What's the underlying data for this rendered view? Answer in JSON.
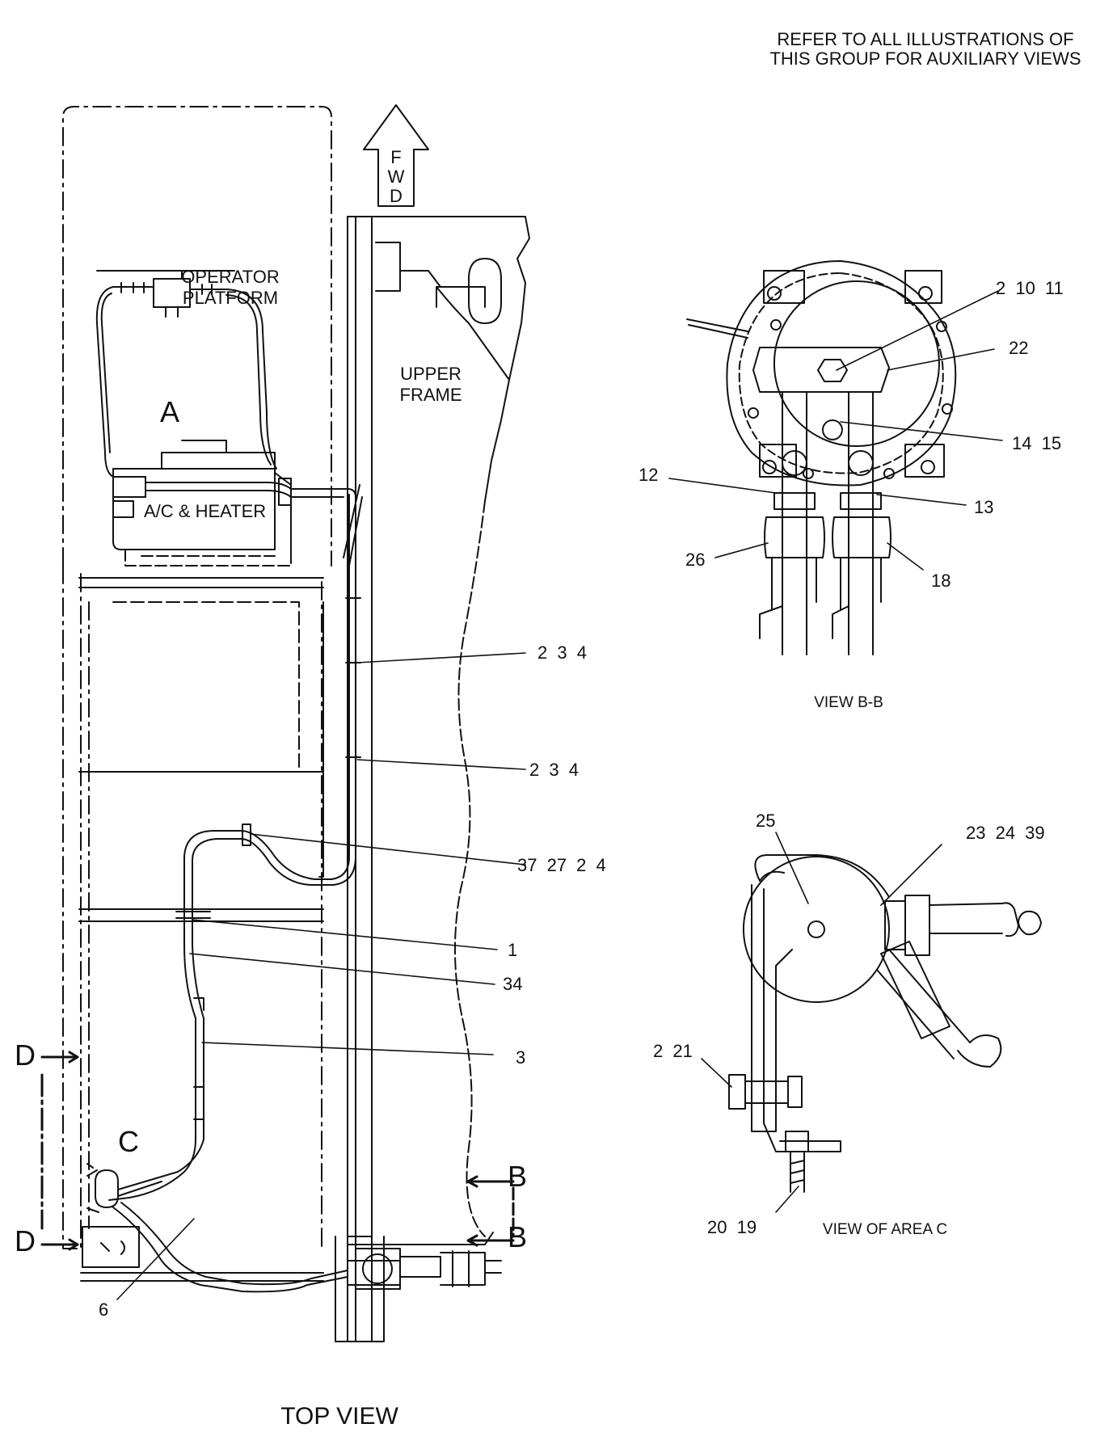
{
  "header_note": {
    "line1": "REFER TO ALL ILLUSTRATIONS OF",
    "line2": "THIS GROUP FOR AUXILIARY VIEWS"
  },
  "fwd_arrow": {
    "f": "F",
    "w": "W",
    "d": "D"
  },
  "top_view": {
    "title": "TOP VIEW",
    "operator_platform": {
      "line1": "OPERATOR",
      "line2": "PLATFORM"
    },
    "upper_frame": {
      "line1": "UPPER",
      "line2": "FRAME"
    },
    "ac_heater": "A/C & HEATER",
    "area_a": "A",
    "area_c": "C",
    "section_b_top": "B",
    "section_b_bottom": "B",
    "section_d_top": "D",
    "section_d_bottom": "D",
    "callouts": {
      "c_234_a": "2 3 4",
      "c_234_b": "2 3 4",
      "c_372724": "37 27 2 4",
      "c_1": "1",
      "c_34": "34",
      "c_3": "3",
      "c_6": "6"
    }
  },
  "view_bb": {
    "title": "VIEW B-B",
    "callouts": {
      "c_21011": "2 10 11",
      "c_22": "22",
      "c_1415": "14 15",
      "c_12": "12",
      "c_13": "13",
      "c_26": "26",
      "c_18": "18"
    }
  },
  "view_c": {
    "title": "VIEW OF AREA C",
    "callouts": {
      "c_25": "25",
      "c_232439": "23 24 39",
      "c_221": "2 21",
      "c_2019": "20 19"
    }
  },
  "colors": {
    "ink": "#111111",
    "paper": "#ffffff"
  }
}
